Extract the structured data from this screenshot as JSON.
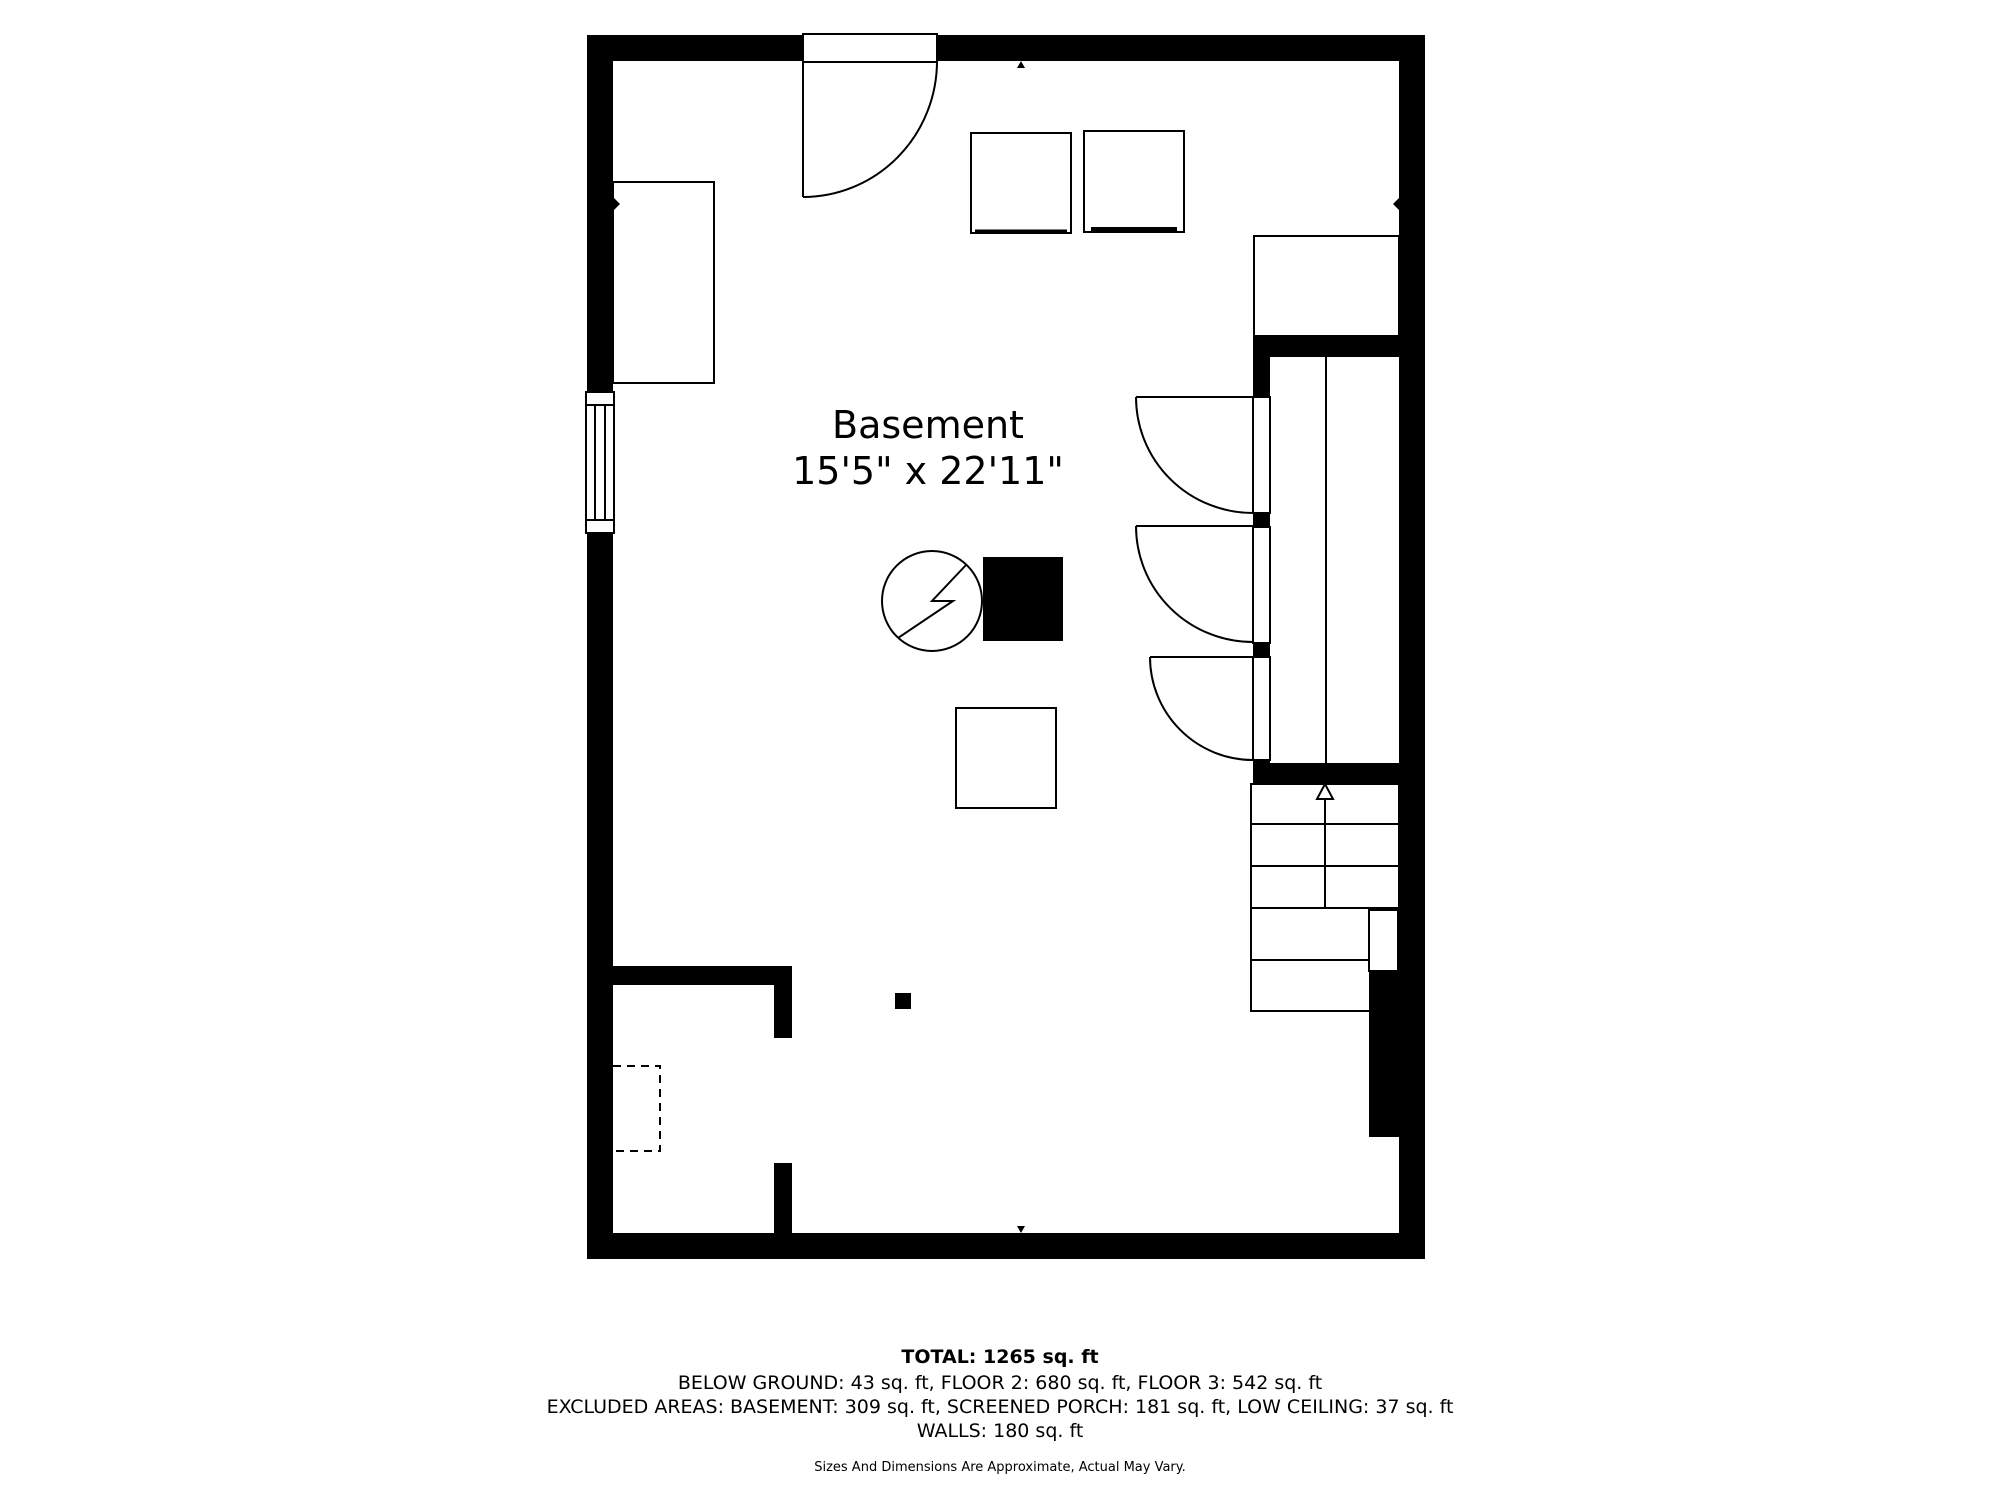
{
  "room": {
    "name": "Basement",
    "dimensions": "15'5\" x 22'11\""
  },
  "summary": {
    "total": "TOTAL: 1265 sq. ft",
    "line1": "BELOW GROUND: 43 sq. ft, FLOOR 2: 680 sq. ft, FLOOR 3: 542 sq. ft",
    "line2": "EXCLUDED AREAS: BASEMENT: 309 sq. ft, SCREENED PORCH: 181 sq. ft, LOW CEILING: 37 sq. ft",
    "line3": "WALLS: 180 sq. ft",
    "note": "Sizes And Dimensions Are Approximate, Actual May Vary."
  },
  "icons": [
    "electrical-panel-icon",
    "door-swing-icon",
    "window-icon",
    "stairs-arrow-icon",
    "wall-marker-icon"
  ],
  "colors": {
    "wall": "#000000",
    "background": "#ffffff"
  }
}
